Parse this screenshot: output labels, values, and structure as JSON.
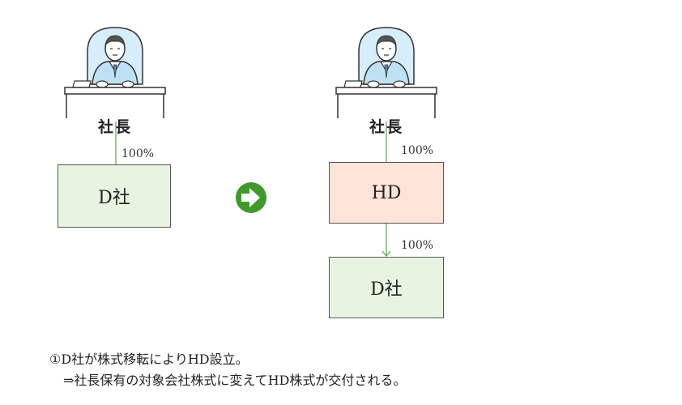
{
  "president_label": "社長",
  "boxes": {
    "left_company": "D社",
    "holding": "HD",
    "right_company": "D社"
  },
  "percentages": {
    "left": "100%",
    "hd_owner": "100%",
    "hd_sub": "100%"
  },
  "notes": {
    "line1": "①D社が株式移転によりHD設立。",
    "line2": "⇒社長保有の対象会社株式に変えてHD株式が交付される。"
  },
  "colors": {
    "line": "#6aab5a",
    "arrow_circle": "#3e9a2a",
    "box_green": "#e9f3e1",
    "box_pink": "#fde3d8",
    "suit": "#bfe1f4"
  }
}
